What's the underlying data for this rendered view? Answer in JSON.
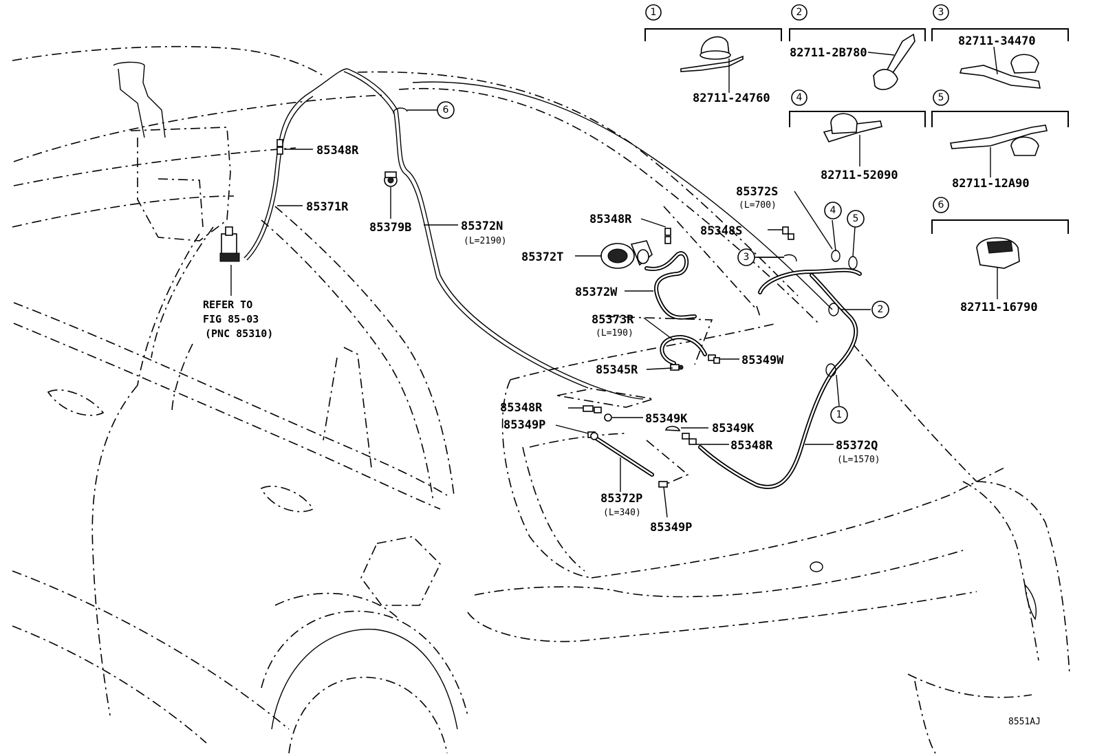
{
  "diagram": {
    "figure_code": "8551AJ",
    "labels": {
      "p85348R_top": "85348R",
      "p85371R": "85371R",
      "p85379B": "85379B",
      "p85372N": "85372N",
      "p85372N_len": "(L=2190)",
      "p85348R_mid": "85348R",
      "p85372T": "85372T",
      "p85372W": "85372W",
      "p85373R": "85373R",
      "p85373R_len": "(L=190)",
      "p85345R": "85345R",
      "p85349W": "85349W",
      "p85372S": "85372S",
      "p85372S_len": "(L=700)",
      "p85348S": "85348S",
      "p85348R_low": "85348R",
      "p85349P_upper": "85349P",
      "p85349K_a": "85349K",
      "p85349K_b": "85349K",
      "p85348R_right": "85348R",
      "p85372Q": "85372Q",
      "p85372Q_len": "(L=1570)",
      "p85372P": "85372P",
      "p85372P_len": "(L=340)",
      "p85349P_lower": "85349P"
    },
    "reference_note": {
      "line1": "REFER TO",
      "line2": "FIG 85-03",
      "line3": "(PNC 85310)"
    },
    "callouts": {
      "c1": "1",
      "c2": "2",
      "c3": "3",
      "c4": "4",
      "c5": "5",
      "c6": "6"
    },
    "inset_panels": [
      {
        "num": "1",
        "part": "82711-24760"
      },
      {
        "num": "2",
        "part": "82711-2B780"
      },
      {
        "num": "3",
        "part": "82711-34470"
      },
      {
        "num": "4",
        "part": "82711-52090"
      },
      {
        "num": "5",
        "part": "82711-12A90"
      },
      {
        "num": "6",
        "part": "82711-16790"
      }
    ]
  }
}
